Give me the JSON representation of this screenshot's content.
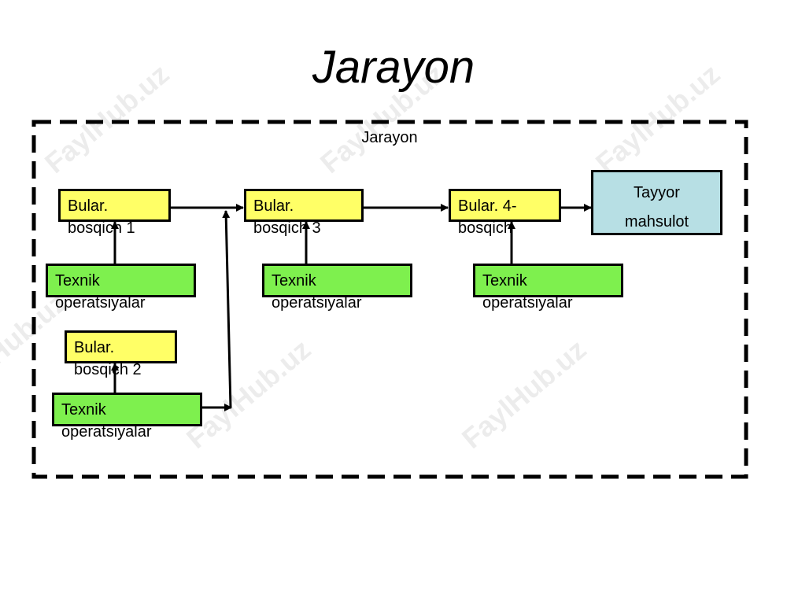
{
  "title": "Jarayon",
  "frame_label": "Jarayon",
  "stages": [
    {
      "line1": "Bular.",
      "line2": "bosqich 1"
    },
    {
      "line1": "Bular.",
      "line2": "bosqich 3"
    },
    {
      "line1": "Bular. 4-",
      "line2": "bosqich"
    },
    {
      "line1": "Bular.",
      "line2": "bosqich 2"
    }
  ],
  "operations": [
    {
      "line1": "Texnik",
      "line2": "operatsiyalar"
    },
    {
      "line1": "Texnik",
      "line2": "operatsiyalar"
    },
    {
      "line1": "Texnik",
      "line2": "operatsiyalar"
    },
    {
      "line1": "Texnik",
      "line2": "operatsiyalar"
    }
  ],
  "final": {
    "line1": "Tayyor",
    "line2": "mahsulot"
  },
  "watermark": "FaylHub.uz"
}
